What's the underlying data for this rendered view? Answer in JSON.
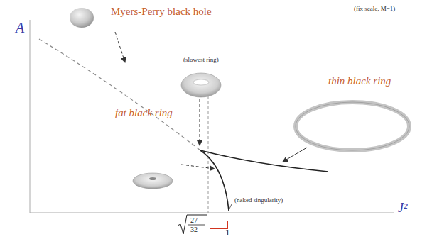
{
  "diagram": {
    "labels": [
      "Myers-Perry black hole",
      "(fix scale, M=1)",
      "(slowest ring)",
      "thin black ring",
      "fat black ring",
      "(naked singularity)",
      "A",
      "J²",
      "27",
      "32",
      "1"
    ]
  }
}
